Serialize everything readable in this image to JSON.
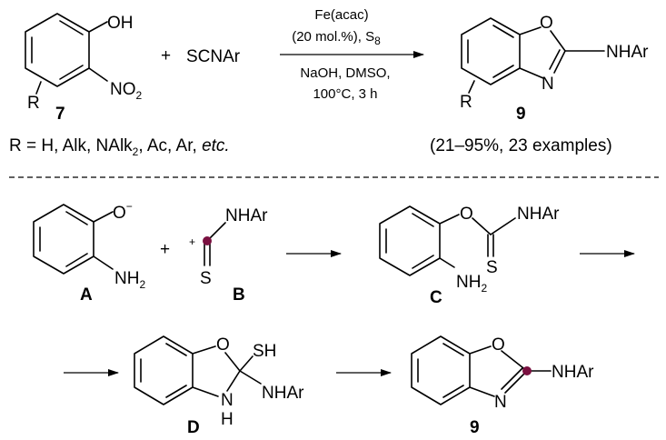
{
  "top": {
    "oh": "OH",
    "no": "NO",
    "no_sub": "2",
    "r": "R",
    "cpd7": "7",
    "plus": "+",
    "reagent": "SCNAr",
    "cond1": "Fe(acac)",
    "cond2": "(20 mol.%), S",
    "cond2_sub": "8",
    "cond3": "NaOH, DMSO,",
    "cond4": "100°C, 3 h",
    "o": "O",
    "n": "N",
    "nhar": "NHAr",
    "r2": "R",
    "cpd9": "9",
    "scope_a": "R = H, Alk, NAlk",
    "scope_sub": "2",
    "scope_b": ",  Ac, Ar, ",
    "scope_etc": "etc.",
    "yield": "(21–95%, 23 examples)"
  },
  "mech": {
    "a_o": "O",
    "a_minus": "−",
    "a_nh": "NH",
    "a_nh_sub": "2",
    "a_label": "A",
    "plus": "+",
    "b_plus": "+",
    "b_nhar": "NHAr",
    "b_s": "S",
    "b_label": "B",
    "c_o": "O",
    "c_nhar": "NHAr",
    "c_s": "S",
    "c_nh": "NH",
    "c_nh_sub": "2",
    "c_label": "C",
    "d_o": "O",
    "d_sh": "SH",
    "d_n": "N",
    "d_h": "H",
    "d_nhar": "NHAr",
    "d_label": "D",
    "p_o": "O",
    "p_n": "N",
    "p_nhar": "NHAr",
    "p_label": "9"
  },
  "colors": {
    "highlight": "#7a1040",
    "line": "#000000"
  }
}
